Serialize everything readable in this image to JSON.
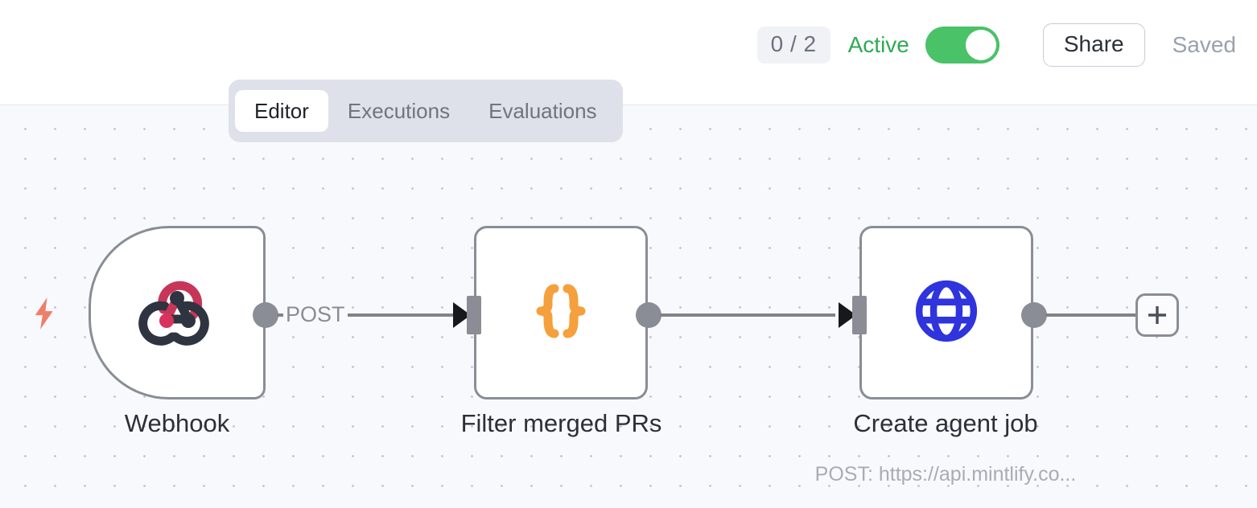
{
  "header": {
    "run_badge": "0 / 2",
    "active_label": "Active",
    "toggle_on": true,
    "toggle_color": "#4ac268",
    "share_label": "Share",
    "saved_label": "Saved"
  },
  "tabs": [
    {
      "label": "Editor",
      "active": true
    },
    {
      "label": "Executions",
      "active": false
    },
    {
      "label": "Evaluations",
      "active": false
    }
  ],
  "canvas": {
    "background": "#f8f9fc",
    "dot_color": "#c4c8d4",
    "trigger_icon": "lightning-bolt-icon",
    "trigger_icon_color": "#ef7f68"
  },
  "nodes": [
    {
      "id": "webhook",
      "label": "Webhook",
      "sublabel": "",
      "icon": "webhook-icon",
      "icon_colors": {
        "primary": "#c73659",
        "secondary": "#2e3440"
      },
      "shape": "trigger"
    },
    {
      "id": "filter",
      "label": "Filter merged PRs",
      "sublabel": "",
      "icon": "curly-braces-icon",
      "icon_colors": {
        "primary": "#f5a03c"
      },
      "shape": "square"
    },
    {
      "id": "http",
      "label": "Create agent job",
      "sublabel": "POST: https://api.mintlify.co...",
      "icon": "globe-icon",
      "icon_colors": {
        "primary": "#2f34dd"
      },
      "shape": "square"
    }
  ],
  "edges": [
    {
      "from": "webhook",
      "to": "filter",
      "label": "POST"
    },
    {
      "from": "filter",
      "to": "http",
      "label": ""
    }
  ],
  "add_button": {
    "glyph": "+"
  }
}
